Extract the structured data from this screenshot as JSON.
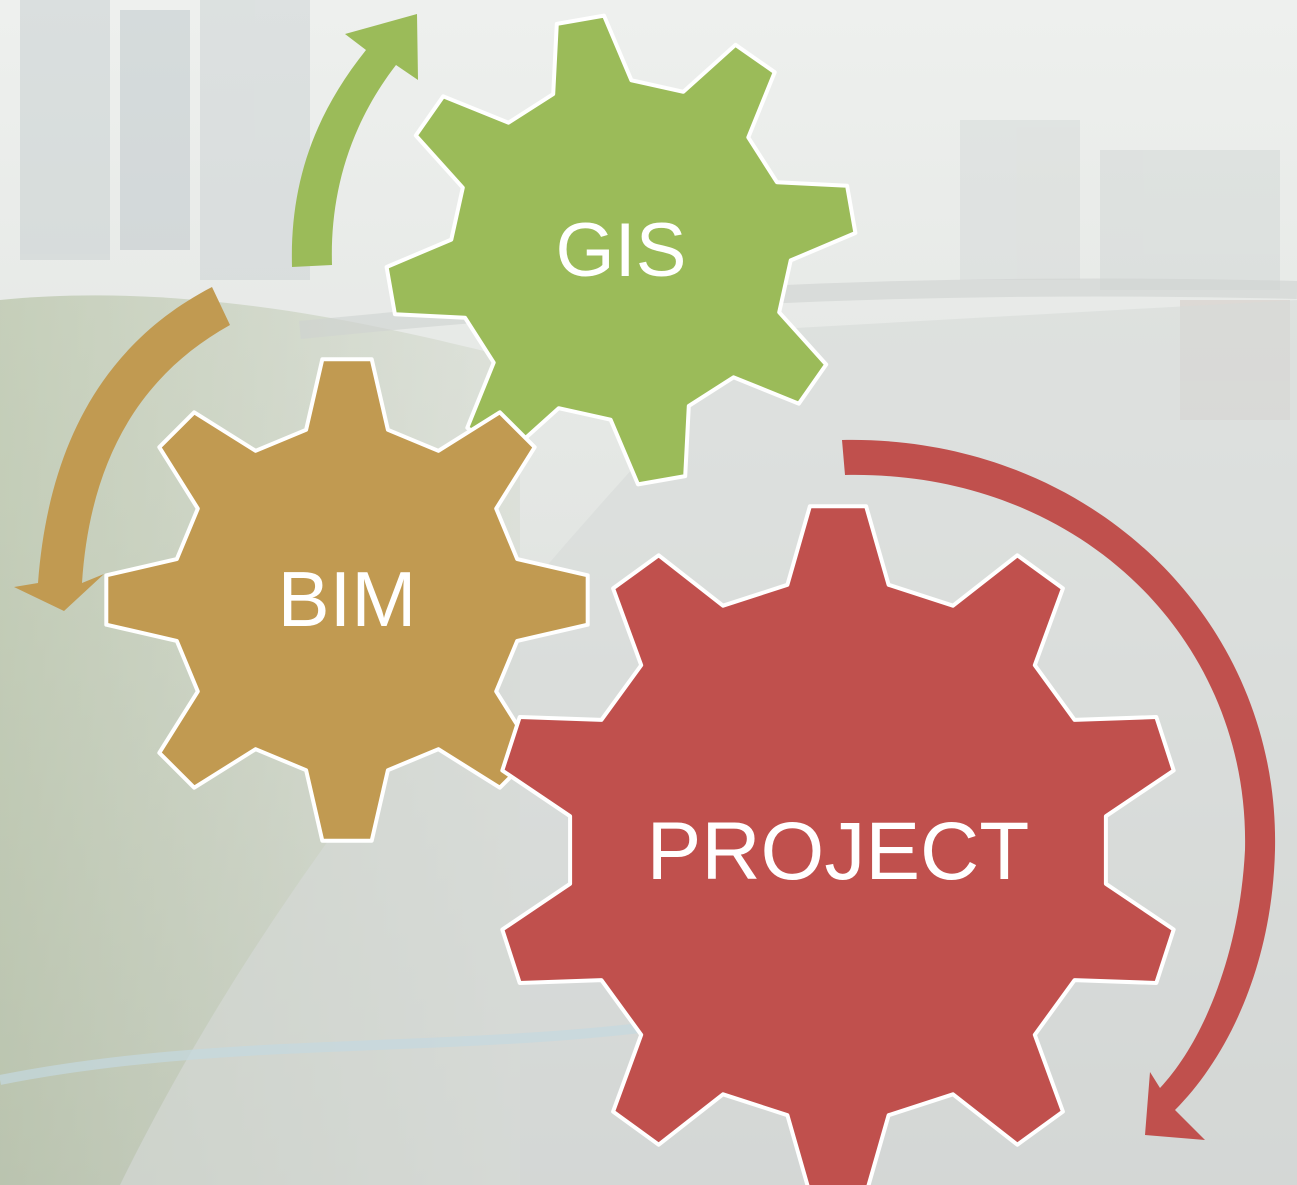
{
  "diagram": {
    "gears": [
      {
        "id": "gis",
        "label": "GIS",
        "color": "#9bbb59"
      },
      {
        "id": "bim",
        "label": "BIM",
        "color": "#c19a51"
      },
      {
        "id": "project",
        "label": "PROJECT",
        "color": "#c0504d"
      }
    ],
    "arrows": [
      {
        "id": "green",
        "color": "#9bbb59"
      },
      {
        "id": "tan",
        "color": "#c19a51"
      },
      {
        "id": "red",
        "color": "#c0504d"
      }
    ],
    "background": {
      "sky": "#e9ece9",
      "haze": "#dfe3e0",
      "road": "#c9cccb",
      "trees": "#8fa37a"
    }
  }
}
